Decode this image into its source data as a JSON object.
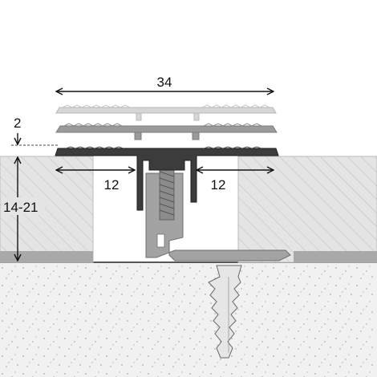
{
  "dimensions": {
    "width_total": "34",
    "thickness": "2",
    "height_range": "14-21",
    "left_flange": "12",
    "right_flange": "12"
  },
  "colors": {
    "profile_dark": "#3c3c3c",
    "profile_mid": "#9a9a9a",
    "profile_light": "#d6d6d6",
    "base_profile": "#a3a3a3",
    "floor_fill": "#e4e4e4",
    "screed_fill": "#f1f1f1",
    "hatch": "#bcbcbc",
    "dowel": "#e6e6e6"
  },
  "icons": [
    "arrow-icon",
    "dowel-icon",
    "screw-icon"
  ]
}
